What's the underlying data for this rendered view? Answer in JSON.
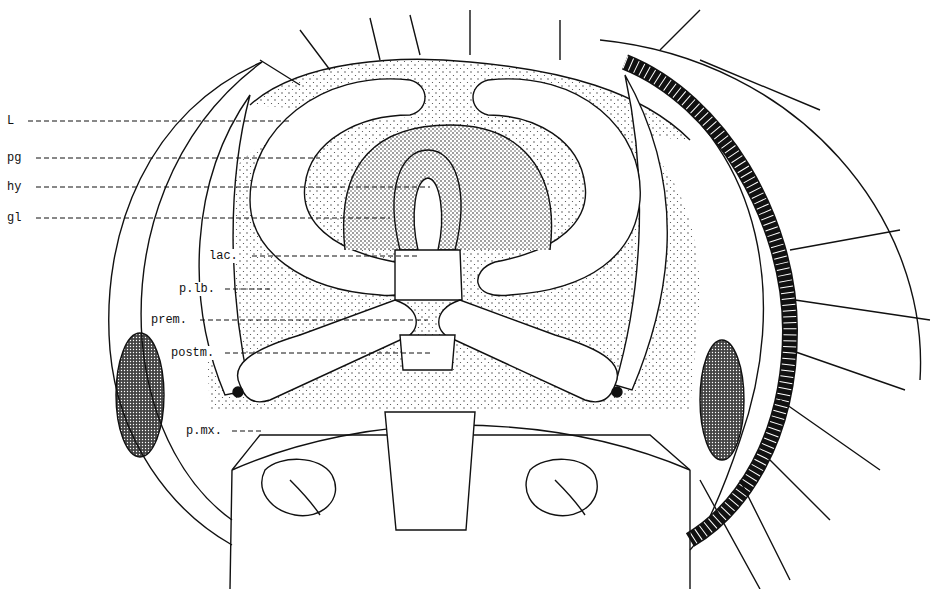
{
  "diagram": {
    "labels": [
      "L",
      "pg",
      "hy",
      "gl",
      "lac.",
      "p.lb.",
      "prem.",
      "postm.",
      "p.mx."
    ]
  }
}
